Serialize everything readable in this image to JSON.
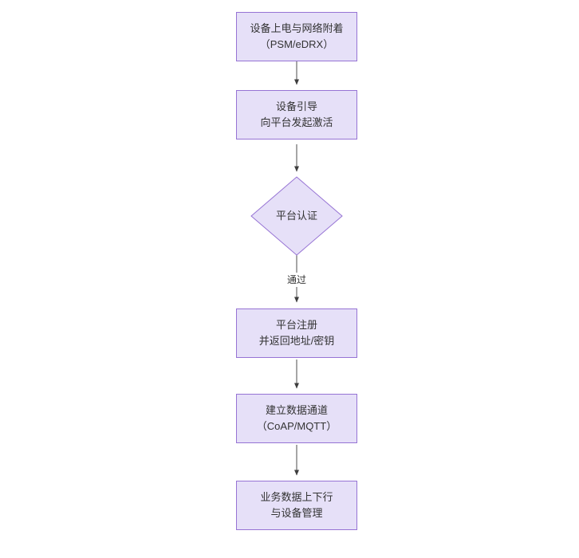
{
  "diagram": {
    "type": "flowchart",
    "orientation": "top-to-bottom",
    "background_color": "#ffffff",
    "node_fill_color": "#e6e0f8",
    "node_border_color": "#9673d4",
    "text_color": "#333333",
    "connector_color": "#4d4d4d",
    "nodes": [
      {
        "id": "n1",
        "shape": "rectangle",
        "lines": [
          "设备上电与网络附着",
          "（PSM/eDRX）"
        ]
      },
      {
        "id": "n2",
        "shape": "rectangle",
        "lines": [
          "设备引导",
          "向平台发起激活"
        ]
      },
      {
        "id": "n3",
        "shape": "diamond",
        "lines": [
          "平台认证"
        ]
      },
      {
        "id": "n4",
        "shape": "rectangle",
        "lines": [
          "平台注册",
          "并返回地址/密钥"
        ]
      },
      {
        "id": "n5",
        "shape": "rectangle",
        "lines": [
          "建立数据通道",
          "（CoAP/MQTT）"
        ]
      },
      {
        "id": "n6",
        "shape": "rectangle",
        "lines": [
          "业务数据上下行",
          "与设备管理"
        ]
      }
    ],
    "edges": [
      {
        "from": "n1",
        "to": "n2",
        "label": ""
      },
      {
        "from": "n2",
        "to": "n3",
        "label": ""
      },
      {
        "from": "n3",
        "to": "n4",
        "label": "通过"
      },
      {
        "from": "n4",
        "to": "n5",
        "label": ""
      },
      {
        "from": "n5",
        "to": "n6",
        "label": ""
      }
    ]
  }
}
